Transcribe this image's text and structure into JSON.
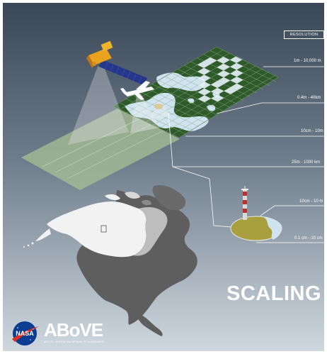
{
  "diagram": {
    "resolution_heading": "RESOLUTION",
    "scale_labels": [
      "1m - 10,000 m",
      "0.4m - 40km",
      "10cm - 10m",
      "25m - 1000 km",
      "10cm - 10 m",
      "0.1 cm - 10 cm"
    ],
    "title": "SCALING",
    "logos": {
      "nasa": "NASA",
      "above": "ABoVE",
      "above_subtitle": "ARCTIC - BOREAL VULNERABILITY EXPERIMENT"
    },
    "icons": [
      "satellite-icon",
      "airplane-icon",
      "tower-icon"
    ],
    "colors": {
      "background_top": "#3f4d5c",
      "background_bottom": "#c7d1da",
      "forest": "#2e5b2a",
      "water": "#cfe3f1",
      "imagery_strip": "#9fb58e",
      "map_light": "#f2f2f2",
      "map_dark": "#5c5c5c",
      "plot_olive": "#a99f3e"
    }
  }
}
